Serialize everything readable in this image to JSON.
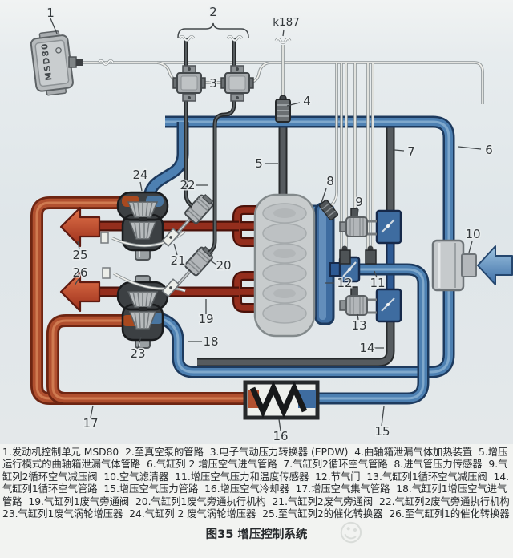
{
  "figure": {
    "caption": "图35 增压控制系统"
  },
  "legend": {
    "items": [
      "1.发动机控制单元 MSD80",
      "2.至真空泵的管路",
      "3.电子气动压力转换器 (EPDW)",
      "4.曲轴箱泄漏气体加热装置",
      "5.增压运行模式的曲轴箱泄漏气体管路",
      "6.气缸列 2 增压空气进气管路",
      "7.气缸列2循环空气管路",
      "8.进气管压力传感器",
      "9.气缸列2循环空气减压阀",
      "10.空气滤清器",
      "11.增压空气压力和温度传感器",
      "12.节气门",
      "13.气缸列1循环空气减压阀",
      "14.气缸列1循环空气管路",
      "15.增压空气压力管路",
      "16.增压空气冷却器",
      "17.增压空气集气管路",
      "18.气缸列1增压空气进气管路",
      "19.气缸列1废气旁通阀",
      "20.气缸列1废气旁通执行机构",
      "21.气缸列2废气旁通阀",
      "22.气缸列2废气旁通执行机构",
      "23.气缸列1废气涡轮增压器",
      "24.气缸列 2 废气涡轮增压器",
      "25.至气缸列2的催化转换器",
      "26.至气缸列1的催化转换器"
    ]
  },
  "ecu": {
    "label": "MSD80"
  },
  "callouts": {
    "c1": "1",
    "c2": "2",
    "c3": "3",
    "c4": "4",
    "c5": "5",
    "c6": "6",
    "c7": "7",
    "c8": "8",
    "c9": "9",
    "c10": "10",
    "c11": "11",
    "c12": "12",
    "c13": "13",
    "c14": "14",
    "c15": "15",
    "c16": "16",
    "c17": "17",
    "c18": "18",
    "c19": "19",
    "c20": "20",
    "c21": "21",
    "c22": "22",
    "c23": "23",
    "c24": "24",
    "c25": "25",
    "c26": "26",
    "k187": "k187"
  },
  "colors": {
    "background": "#e3e9ec",
    "pipe_blue": "#4d80b2",
    "pipe_orange": "#b1502f",
    "pipe_dark_red": "#942e1d",
    "pipe_gray": "#565b5f",
    "exhaust_arrow": "#c04226",
    "intake_arrow": "#3d6ea6"
  }
}
